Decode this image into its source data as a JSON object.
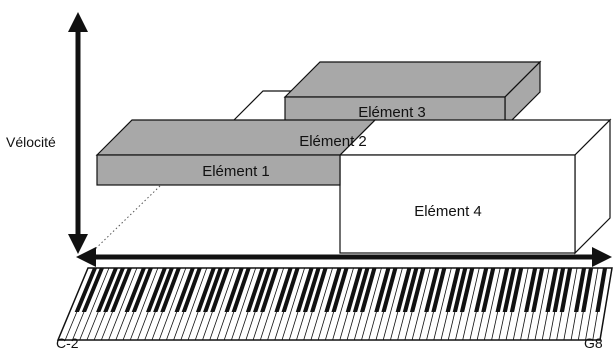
{
  "diagram": {
    "y_axis_label": "Vélocité",
    "elements": [
      {
        "label": "Elément 1"
      },
      {
        "label": "Elément 2"
      },
      {
        "label": "Elément 3"
      },
      {
        "label": "Elément 4"
      }
    ],
    "keyboard": {
      "low_note": "C-2",
      "high_note": "G8"
    }
  }
}
